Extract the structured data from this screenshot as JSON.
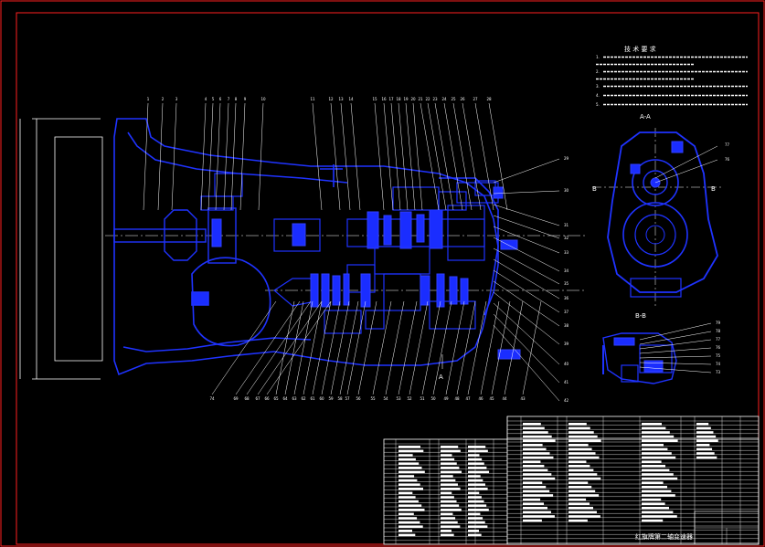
{
  "viewport": {
    "bg_color": "#000000",
    "frame_color": "#ff2020",
    "line_color": "#ffffff",
    "part_color": "#1a2dff"
  },
  "section_labels": {
    "aa": "A-A",
    "bb": "B-B",
    "a_left": "B",
    "a_right": "B",
    "a_bottom": "A"
  },
  "notes": {
    "title": "技 术 要 求",
    "lines": [
      "1.",
      "2.",
      "3.",
      "4.",
      "5."
    ]
  },
  "balloons_top": [
    "1",
    "2",
    "3",
    "4",
    "5",
    "6",
    "7",
    "8",
    "9",
    "10",
    "11",
    "12",
    "13",
    "14",
    "15",
    "16",
    "17",
    "18",
    "19",
    "20",
    "21",
    "22",
    "23",
    "24",
    "25",
    "26",
    "27",
    "28"
  ],
  "balloons_right": [
    "29",
    "30",
    "31",
    "32",
    "33",
    "34",
    "35",
    "36",
    "37",
    "38",
    "39",
    "40",
    "41",
    "42"
  ],
  "balloons_bottom": [
    "74",
    "69",
    "68",
    "67",
    "66",
    "65",
    "64",
    "63",
    "62",
    "61",
    "60",
    "59",
    "58",
    "57",
    "56",
    "55",
    "54",
    "53",
    "52",
    "51",
    "50",
    "49",
    "48",
    "47",
    "46",
    "45",
    "44",
    "43"
  ],
  "balloons_bb": [
    "79",
    "78",
    "77",
    "76",
    "75",
    "74",
    "73"
  ],
  "balloons_aa": [
    "77",
    "76"
  ],
  "title_block": {
    "drawing_title": "红旗牌第二轴变速器"
  }
}
